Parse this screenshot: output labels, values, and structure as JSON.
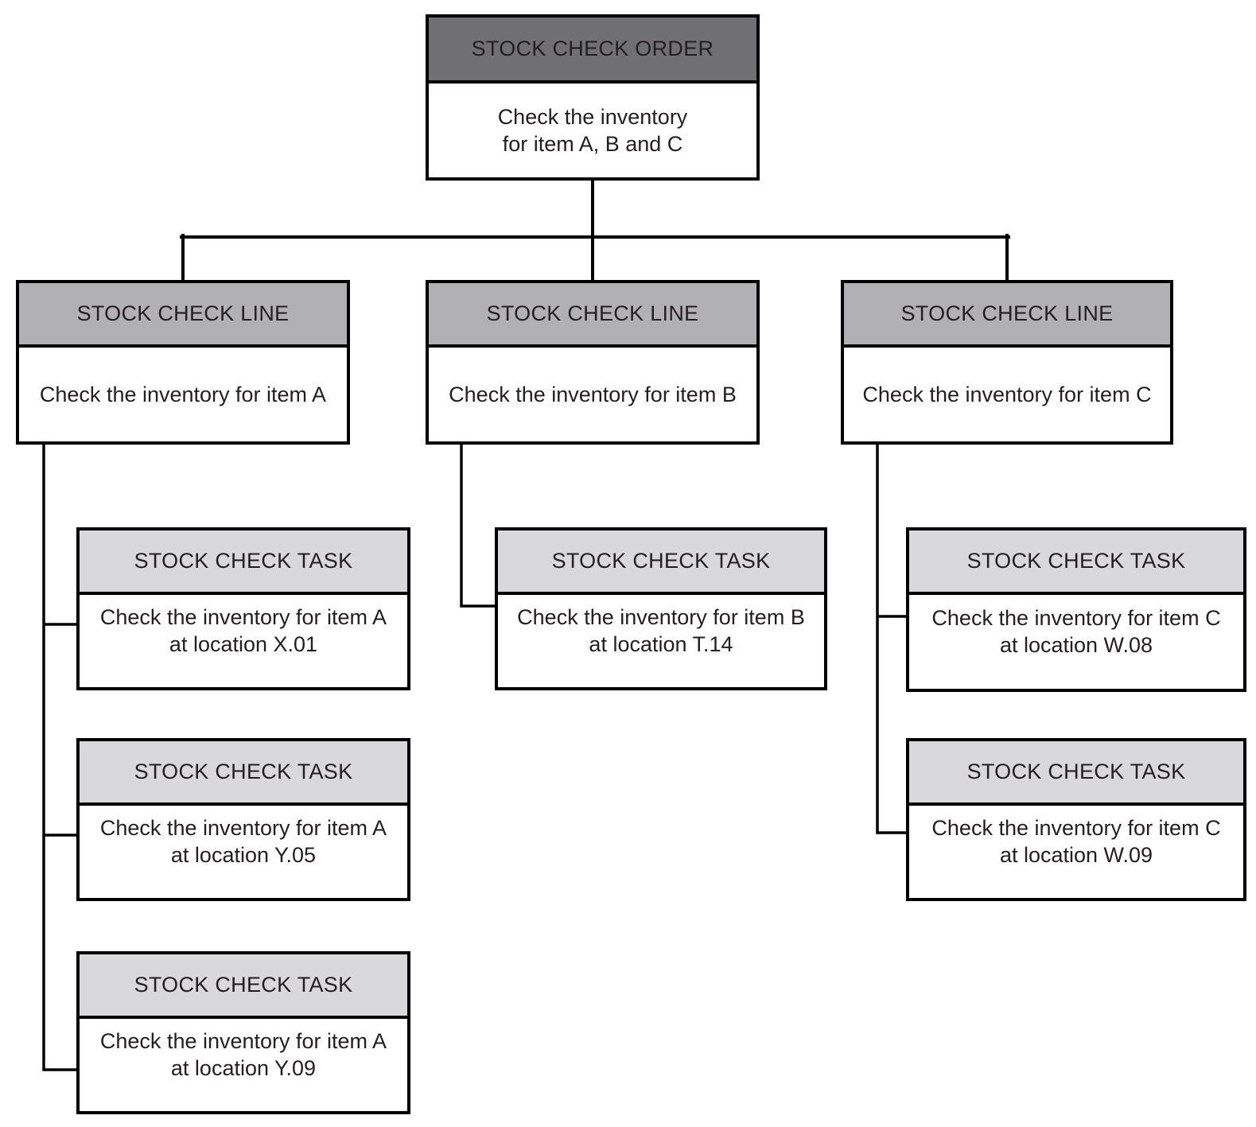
{
  "colors": {
    "order_header_bg": "#706f72",
    "line_header_bg": "#b1b0b4",
    "task_header_bg": "#d9d8da",
    "border": "#000000",
    "text": "#231f20",
    "background": "#ffffff"
  },
  "order": {
    "title": "STOCK CHECK ORDER",
    "line1": "Check the inventory",
    "line2": "for item A, B and C"
  },
  "lines": [
    {
      "title": "STOCK CHECK LINE",
      "description": "Check the inventory for item A",
      "tasks": [
        {
          "title": "STOCK CHECK TASK",
          "line1": "Check the inventory for item A",
          "line2": "at location X.01"
        },
        {
          "title": "STOCK CHECK TASK",
          "line1": "Check the inventory for item A",
          "line2": "at location Y.05"
        },
        {
          "title": "STOCK CHECK TASK",
          "line1": "Check the inventory for item A",
          "line2": "at location Y.09"
        }
      ]
    },
    {
      "title": "STOCK CHECK LINE",
      "description": "Check the inventory for item B",
      "tasks": [
        {
          "title": "STOCK CHECK TASK",
          "line1": "Check the inventory for item B",
          "line2": "at location T.14"
        }
      ]
    },
    {
      "title": "STOCK CHECK LINE",
      "description": "Check the inventory for item C",
      "tasks": [
        {
          "title": "STOCK CHECK TASK",
          "line1": "Check the inventory for item C",
          "line2": "at location W.08"
        },
        {
          "title": "STOCK CHECK TASK",
          "line1": "Check the inventory for item C",
          "line2": "at location W.09"
        }
      ]
    }
  ]
}
